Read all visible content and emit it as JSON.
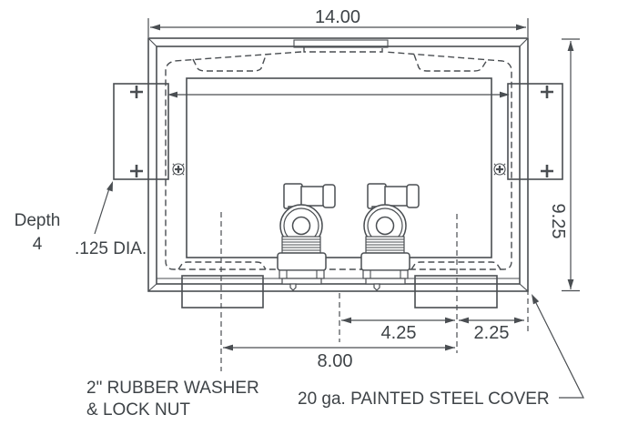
{
  "title": "Washing machine outlet box - dimensional drawing",
  "colors": {
    "line": "#4a4e52",
    "text": "#3e4347",
    "background": "#ffffff"
  },
  "dimensions": {
    "overall_width": "14.00",
    "overall_height": "9.25",
    "valve_to_knockout": "4.25",
    "knockout_to_edge": "2.25",
    "knockout_spacing": "8.00"
  },
  "labels": {
    "depth_line1": "Depth",
    "depth_line2": "4",
    "hole_diameter": ".125 DIA.",
    "washer_note_line1": "2\" RUBBER WASHER",
    "washer_note_line2": "& LOCK NUT",
    "cover_note": "20 ga. PAINTED STEEL COVER"
  }
}
